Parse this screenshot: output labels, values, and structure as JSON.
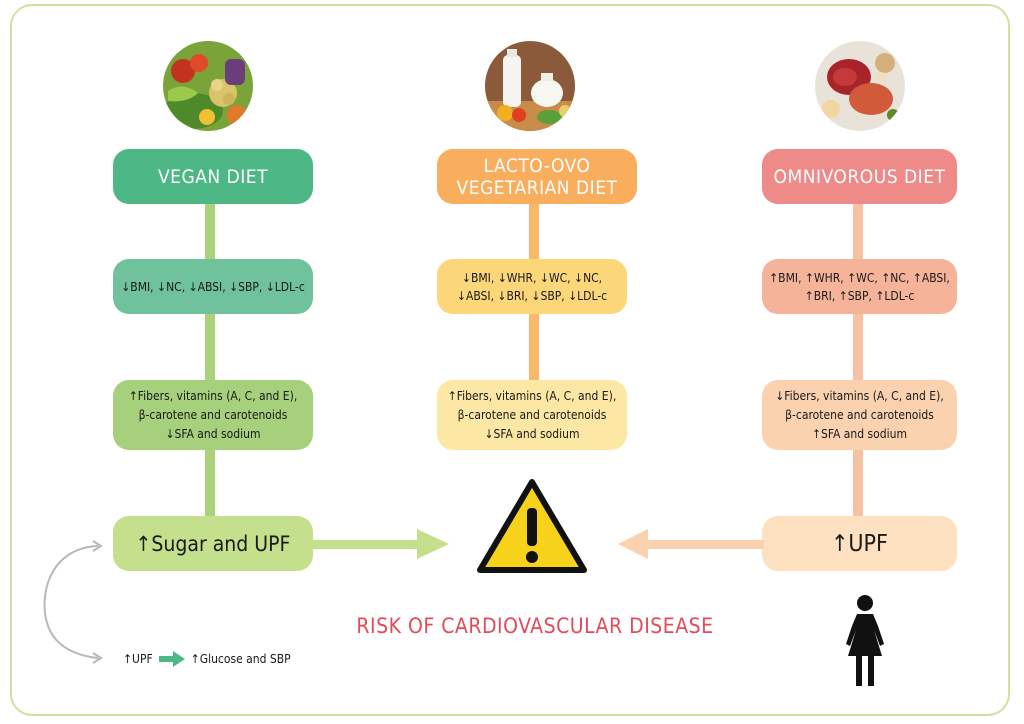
{
  "diets": {
    "vegan": {
      "title": "VEGAN DIET",
      "markers": [
        "↓BMI, ↓NC, ↓ABSI, ↓SBP, ↓LDL-c"
      ],
      "nutrients": [
        "↑Fibers, vitamins (A, C, and E),",
        "β-carotene and carotenoids",
        "↓SFA and sodium"
      ],
      "outcome": "↑Sugar and UPF",
      "colors": {
        "title": "#4db885",
        "markers": "#6fc29b",
        "nutrients": "#a6d07c",
        "outcome": "#c4e08c",
        "line": "#a9d27a"
      }
    },
    "lacto_ovo": {
      "title_lines": [
        "LACTO-OVO",
        "VEGETARIAN DIET"
      ],
      "markers": [
        "↓BMI, ↓WHR, ↓WC, ↓NC,",
        "↓ABSI, ↓BRI, ↓SBP, ↓LDL-c"
      ],
      "nutrients": [
        "↑Fibers, vitamins (A, C, and E),",
        "β-carotene and carotenoids",
        "↓SFA and sodium"
      ],
      "colors": {
        "title": "#f8ae5c",
        "markers": "#fcd77a",
        "nutrients": "#fde7a4",
        "line": "#f9b86a"
      }
    },
    "omnivorous": {
      "title": "OMNIVOROUS DIET",
      "markers": [
        "↑BMI, ↑WHR, ↑WC, ↑NC, ↑ABSI,",
        "↑BRI, ↑SBP, ↑LDL-c"
      ],
      "nutrients": [
        "↓Fibers, vitamins (A, C, and E),",
        "β-carotene and carotenoids",
        "↑SFA and sodium"
      ],
      "outcome": "↑UPF",
      "colors": {
        "title": "#ee8a88",
        "markers": "#f5b49a",
        "nutrients": "#fbd2b0",
        "outcome": "#fde1c0",
        "line": "#f6c2a3"
      }
    }
  },
  "risk_label": "RISK OF CARDIOVASCULAR DISEASE",
  "legend": {
    "left": "↑UPF",
    "right": "↑Glucose and SBP"
  },
  "icons": [
    "warning-icon",
    "woman-icon",
    "vegetables-photo",
    "dairy-photo",
    "meat-photo"
  ]
}
